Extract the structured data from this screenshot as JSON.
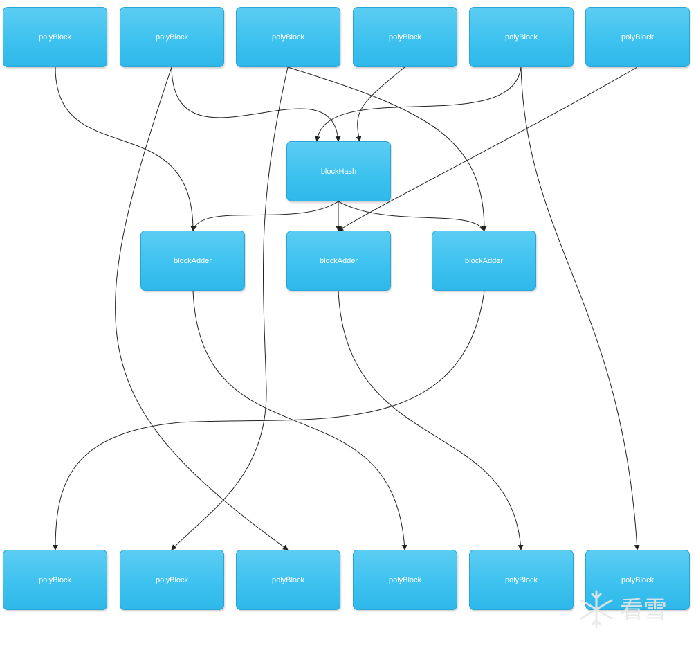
{
  "diagram": {
    "top_row": [
      {
        "label": "polyBlock"
      },
      {
        "label": "polyBlock"
      },
      {
        "label": "polyBlock"
      },
      {
        "label": "polyBlock"
      },
      {
        "label": "polyBlock"
      },
      {
        "label": "polyBlock"
      }
    ],
    "hash_node": {
      "label": "blockHash"
    },
    "adders": [
      {
        "label": "blockAdder"
      },
      {
        "label": "blockAdder"
      },
      {
        "label": "blockAdder"
      }
    ],
    "bottom_row": [
      {
        "label": "polyBlock"
      },
      {
        "label": "polyBlock"
      },
      {
        "label": "polyBlock"
      },
      {
        "label": "polyBlock"
      },
      {
        "label": "polyBlock"
      },
      {
        "label": "polyBlock"
      }
    ],
    "edges": [
      {
        "from": "top-0",
        "to": "adder-0"
      },
      {
        "from": "top-1",
        "to": "hash"
      },
      {
        "from": "top-1",
        "to": "bottom-2"
      },
      {
        "from": "top-2",
        "to": "bottom-1"
      },
      {
        "from": "top-2",
        "to": "adder-2"
      },
      {
        "from": "top-3",
        "to": "hash"
      },
      {
        "from": "top-4",
        "to": "hash"
      },
      {
        "from": "top-4",
        "to": "bottom-5"
      },
      {
        "from": "top-5",
        "to": "adder-1"
      },
      {
        "from": "hash",
        "to": "adder-0"
      },
      {
        "from": "hash",
        "to": "adder-1"
      },
      {
        "from": "hash",
        "to": "adder-2"
      },
      {
        "from": "adder-0",
        "to": "bottom-3"
      },
      {
        "from": "adder-1",
        "to": "bottom-4"
      },
      {
        "from": "adder-2",
        "to": "bottom-0"
      }
    ]
  },
  "colors": {
    "node_top": "#5ccdf3",
    "node_bottom": "#2eb8ea",
    "node_text": "#ffffff",
    "edge": "#222222"
  },
  "watermark": {
    "text": "看雪",
    "icon": "snowflake-icon"
  }
}
